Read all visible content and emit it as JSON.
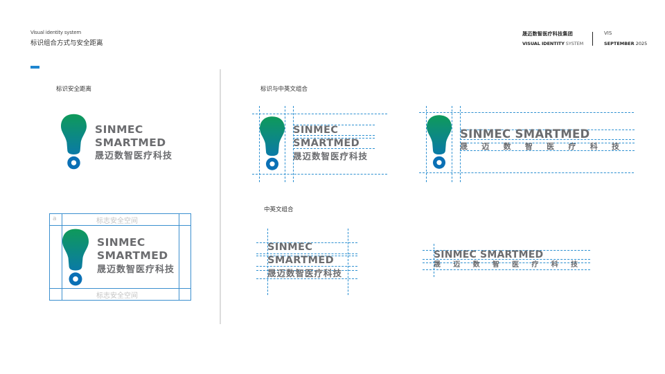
{
  "header": {
    "subtitle_en": "Visual identity system",
    "title_cn": "标识组合方式与安全距离",
    "brand_cn": "晟迈数智医疗科技集团",
    "brand_en_bold1": "VISUAL ",
    "brand_en_bold2": "IDENTITY",
    "brand_en_light": " SYSTEM",
    "section_code": "VIS",
    "date_bold": "SEPTEMBER",
    "date_year": " 2025"
  },
  "colors": {
    "accent": "#1f86d0",
    "guide": "#2b8fd1",
    "wordmark_gray": "#6b6c6f",
    "mark_gradient_top": "#0f9a5a",
    "mark_gradient_bottom": "#0a6fb0",
    "divider": "#dcdcdc"
  },
  "logo": {
    "en_line1": "SINMEC",
    "en_line2": "SMARTMED",
    "en_single": "SINMEC SMARTMED",
    "cn": "晟迈数智医疗科技",
    "cn_chars": [
      "晟",
      "迈",
      "数",
      "智",
      "医",
      "疗",
      "科",
      "技"
    ]
  },
  "sections": {
    "safe_distance": {
      "label": "标识安全距离",
      "safe_space_label": "标志安全空间",
      "unit_label": "a"
    },
    "mark_combo": {
      "label": "标识与中英文组合"
    },
    "text_combo": {
      "label": "中英文组合"
    }
  }
}
